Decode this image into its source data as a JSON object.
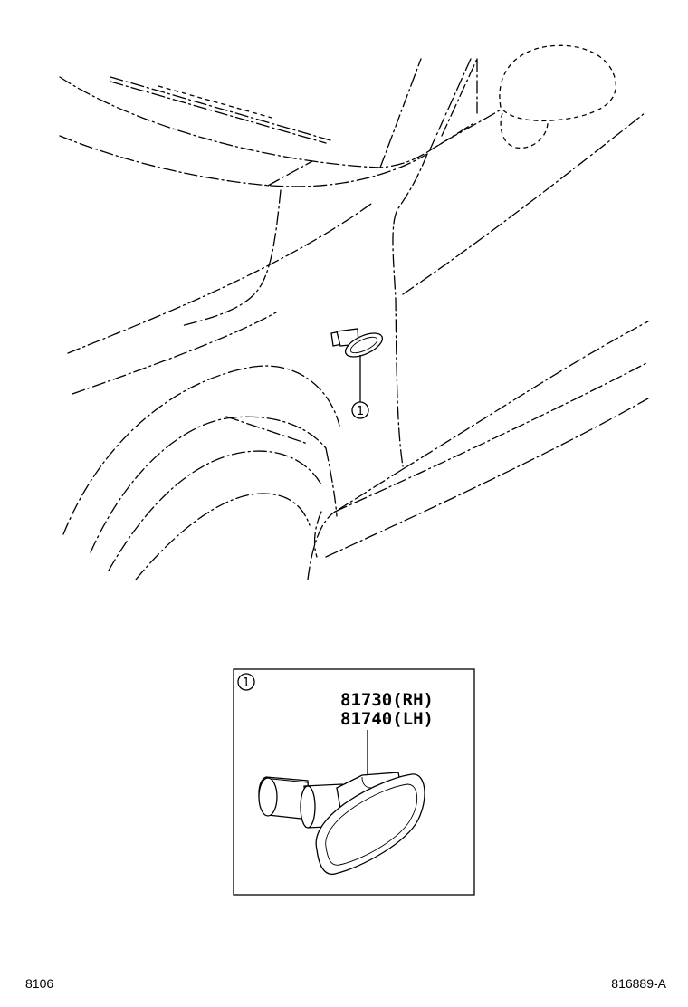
{
  "callout": {
    "number": "1"
  },
  "detail": {
    "callout_number": "1",
    "part_rh": "81730(RH)",
    "part_lh": "81740(LH)"
  },
  "footer": {
    "page_code": "8106",
    "figure_code": "816889-A"
  }
}
